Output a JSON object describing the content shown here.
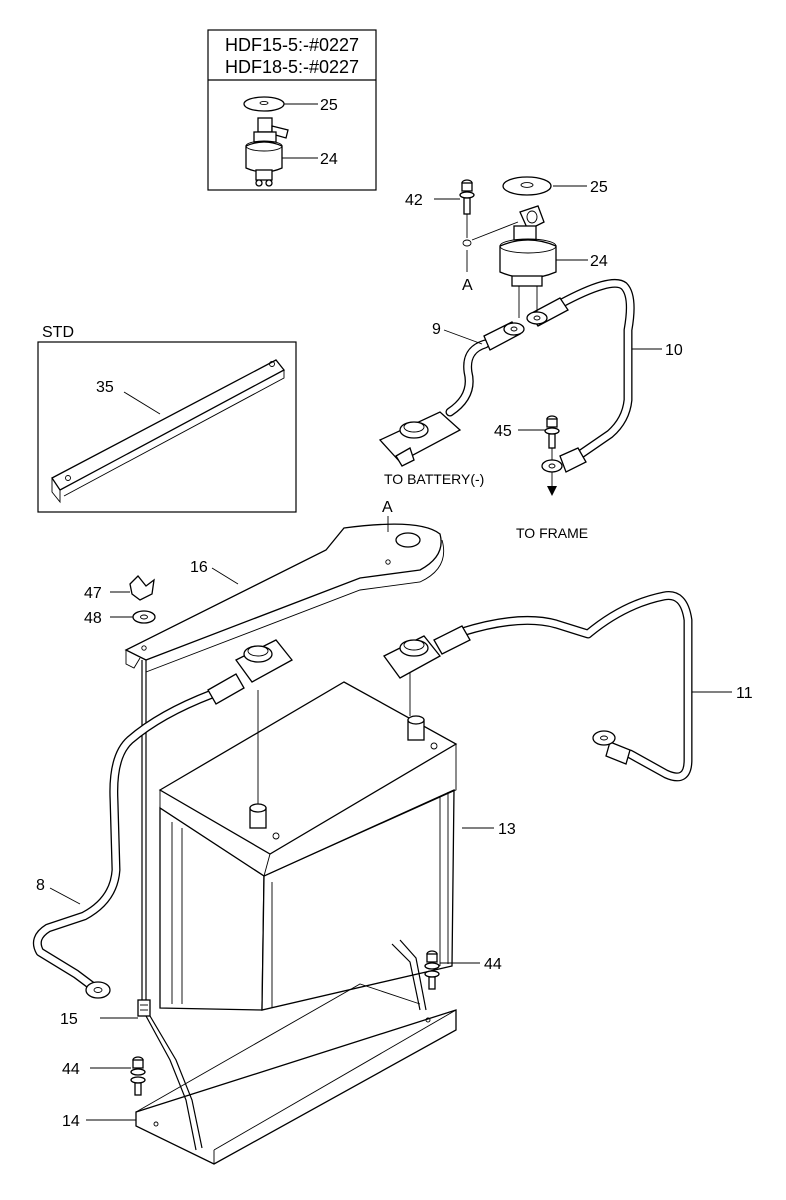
{
  "inset_box": {
    "header_line1": "HDF15-5:-#0227",
    "header_line2": "HDF18-5:-#0227",
    "label_25": "25",
    "label_24": "24"
  },
  "std_box": {
    "title": "STD",
    "label_35": "35"
  },
  "callouts": {
    "p42": "42",
    "p25": "25",
    "p24": "24",
    "pA_top": "A",
    "p9": "9",
    "p10": "10",
    "p45": "45",
    "to_battery": "TO BATTERY(-)",
    "to_frame": "TO FRAME",
    "pA_bracket": "A",
    "p16": "16",
    "p47": "47",
    "p48": "48",
    "p11": "11",
    "p13": "13",
    "p8": "8",
    "p44_right": "44",
    "p15": "15",
    "p44_left": "44",
    "p14": "14"
  }
}
